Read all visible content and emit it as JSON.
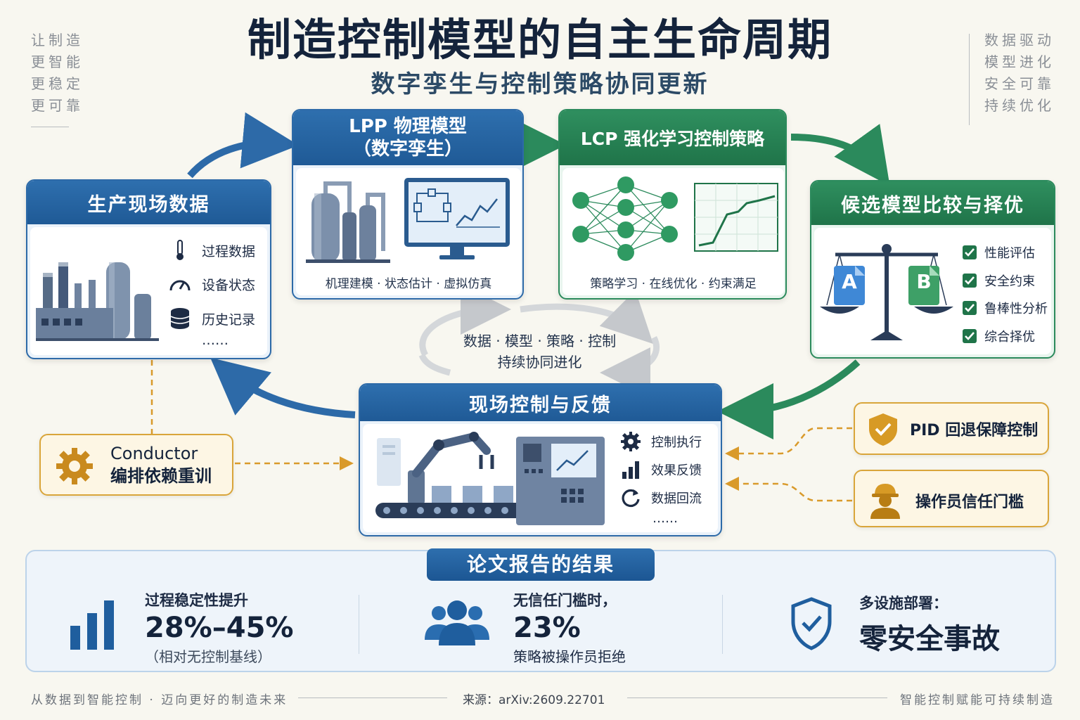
{
  "title": "制造控制模型的自主生命周期",
  "subtitle": "数字孪生与控制策略协同更新",
  "side_left": [
    "让制造",
    "更智能",
    "更稳定",
    "更可靠"
  ],
  "side_right": [
    "数据驱动",
    "模型进化",
    "安全可靠",
    "持续优化"
  ],
  "cards": {
    "field_data": {
      "title": "生产现场数据",
      "items": [
        "过程数据",
        "设备状态",
        "历史记录",
        "……"
      ],
      "icons": [
        "thermometer-icon",
        "gauge-icon",
        "database-icon"
      ]
    },
    "lpp": {
      "title_line1": "LPP 物理模型",
      "title_line2": "（数字孪生）",
      "caption": "机理建模 · 状态估计 · 虚拟仿真"
    },
    "lcp": {
      "title": "LCP 强化学习控制策略",
      "caption": "策略学习 · 在线优化 · 约束满足"
    },
    "compare": {
      "title": "候选模型比较与择优",
      "label_a": "A",
      "label_b": "B",
      "checks": [
        "性能评估",
        "安全约束",
        "鲁棒性分析",
        "综合择优"
      ]
    },
    "field_control": {
      "title": "现场控制与反馈",
      "items": [
        "控制执行",
        "效果反馈",
        "数据回流",
        "……"
      ],
      "icons": [
        "gear-icon",
        "bar-chart-icon",
        "refresh-icon"
      ]
    }
  },
  "center_text": {
    "line1": "数据 · 模型 · 策略 · 控制",
    "line2": "持续协同进化"
  },
  "conductor": {
    "line1": "Conductor",
    "line2": "编排依赖重训"
  },
  "pid": {
    "label": "PID 回退保障控制"
  },
  "operator": {
    "label": "操作员信任门槛"
  },
  "results": {
    "tab": "论文报告的结果",
    "col1": {
      "small": "过程稳定性提升",
      "big": "28%–45%",
      "sub": "（相对无控制基线）"
    },
    "col2": {
      "small": "无信任门槛时，",
      "big": "23%",
      "sub": "策略被操作员拒绝"
    },
    "col3": {
      "small": "多设施部署：",
      "big": "零安全事故"
    }
  },
  "footer": {
    "left": "从数据到智能控制 · 迈向更好的制造未来",
    "center": "来源：arXiv:2609.22701",
    "right": "智能控制赋能可持续制造"
  },
  "colors": {
    "blue": "#2d6aa8",
    "green": "#2b8a5c",
    "gold": "#d9a53a",
    "navy": "#14233b"
  }
}
